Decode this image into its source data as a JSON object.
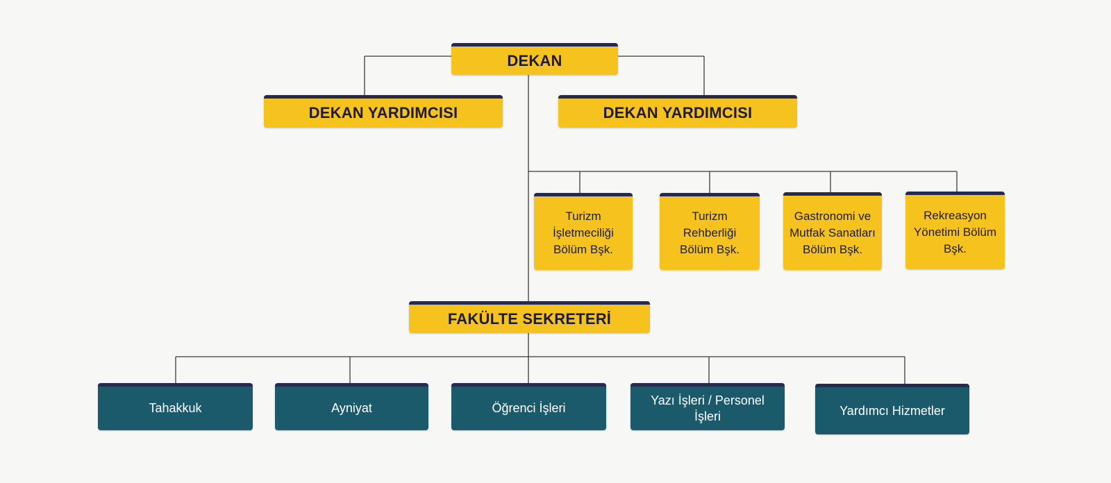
{
  "colors": {
    "gold": "#f6c21d",
    "navy_bar": "#262a4e",
    "teal": "#1b5a6b",
    "line": "#3a3a3a",
    "background": "#f7f7f5"
  },
  "dean": {
    "label": "DEKAN"
  },
  "vice_deans": [
    {
      "label": "DEKAN YARDIMCISI"
    },
    {
      "label": "DEKAN YARDIMCISI"
    }
  ],
  "departments": [
    {
      "label": "Turizm İşletmeciliği Bölüm Bşk."
    },
    {
      "label": "Turizm Rehberliği Bölüm Bşk."
    },
    {
      "label": "Gastronomi ve Mutfak Sanatları Bölüm Bşk."
    },
    {
      "label": "Rekreasyon Yönetimi Bölüm Bşk."
    }
  ],
  "secretary": {
    "label": "FAKÜLTE SEKRETERİ"
  },
  "units": [
    {
      "label": "Tahakkuk"
    },
    {
      "label": "Ayniyat"
    },
    {
      "label": "Öğrenci İşleri"
    },
    {
      "label": "Yazı İşleri / Personel İşleri"
    },
    {
      "label": "Yardımcı Hizmetler"
    }
  ]
}
